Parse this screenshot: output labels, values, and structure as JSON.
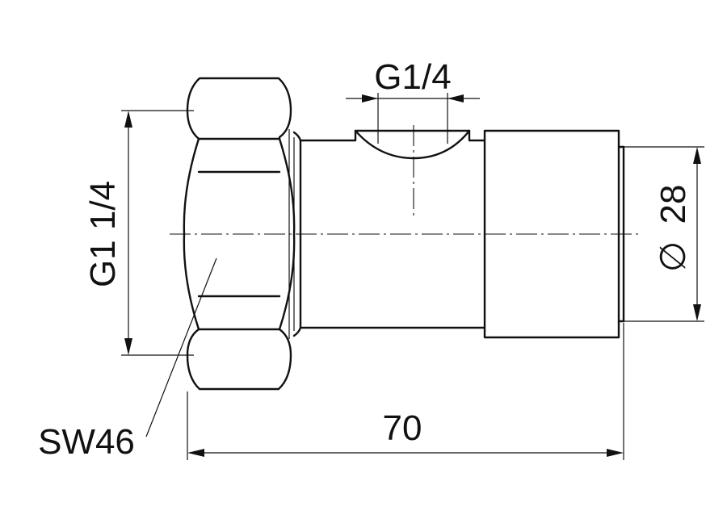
{
  "dimensions": {
    "thread_side": "G1 1/4",
    "outlet_thread": "G1/4",
    "diameter_symbol": "∅",
    "diameter_value": "28",
    "overall_length": "70",
    "wrench_size": "SW46"
  },
  "colors": {
    "line": "#111111",
    "background": "#ffffff"
  }
}
